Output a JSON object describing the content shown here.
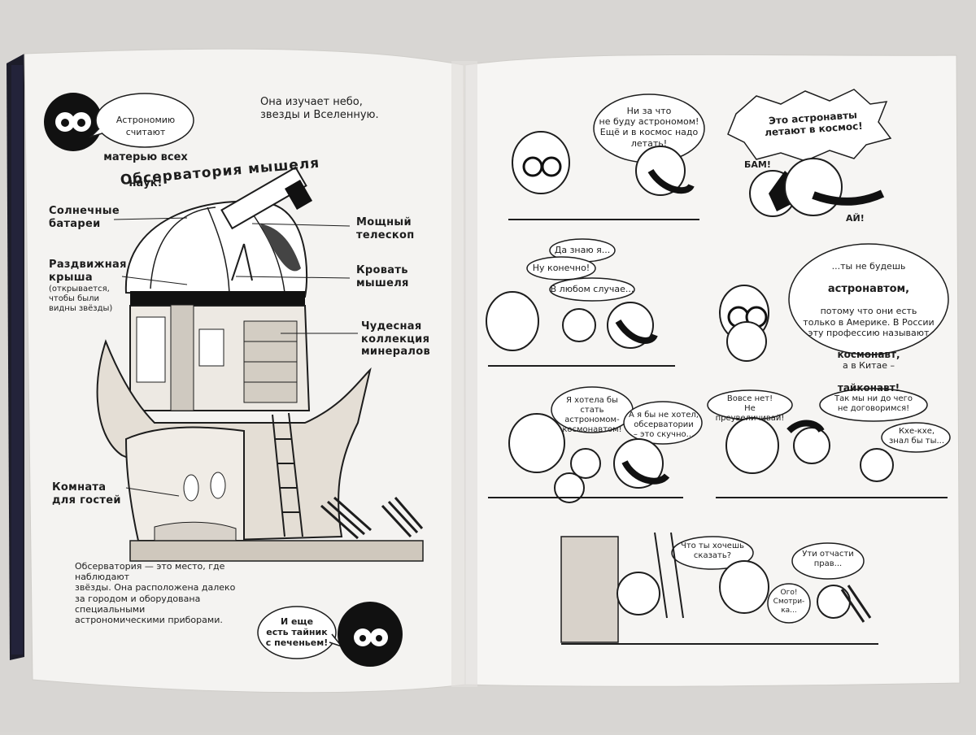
{
  "left_page": {
    "intro_bubble": {
      "pre": "Астрономию считают",
      "emph": "матерью всех",
      "post": "наук!"
    },
    "intro_text": "Она изучает небо,\nзвезды и Вселенную.",
    "title": "Обсерватория мышеля",
    "labels": {
      "solar": "Солнечные\nбатареи",
      "roof": "Раздвижная\nкрыша",
      "roof_note": "(открывается,\nчтобы были\nвидны звёзды)",
      "telescope": "Мощный\nтелескоп",
      "bed": "Кровать\nмышеля",
      "minerals": "Чудесная\nколлекция\nминералов",
      "guest_room": "Комната\nдля гостей"
    },
    "description": "Обсерватория — это место, где наблюдают\nзвёзды. Она расположена далеко\nза городом и оборудована специальными\nастрономическими приборами.",
    "cookie_bubble": "И еще\nесть тайник\nс печеньем!"
  },
  "right_page": {
    "p1_bubble": "Ни за что\nне буду астрономом!\nЕщё и в космос надо\nлетать!",
    "p2_burst": "Это астронавты\nлетают в космос!",
    "p2_bam": "БАМ!",
    "p2_ai": "АЙ!",
    "p3_bubbles": [
      "Да знаю я...",
      "Ну конечно!",
      "В любом случае..."
    ],
    "p4_bubble": {
      "l1": "...ты не будешь",
      "astronaut": "астронавтом,",
      "l3": "потому что они есть\nтолько в Америке. В России\nэту профессию называют",
      "cosmonaut": "космонавт,",
      "l5": "а в Китае –",
      "taikonaut": "тайконавт!"
    },
    "p5_bubbles": [
      "Я хотела бы\nстать астрономом-\nкосмонавтом!",
      "А я бы не хотел,\nобсерватории\n– это скучно..."
    ],
    "p6_bubbles": [
      "Вовсе нет!\nНе преувеличивай!",
      "Так мы ни до чего\nне договоримся!",
      "Кхе-кхе,\nзнал бы ты..."
    ],
    "p7_bubbles": [
      "Что ты хочешь\nсказать?",
      "Ути отчасти\nправ...",
      "Ого!\nСмотри-\nка..."
    ]
  }
}
